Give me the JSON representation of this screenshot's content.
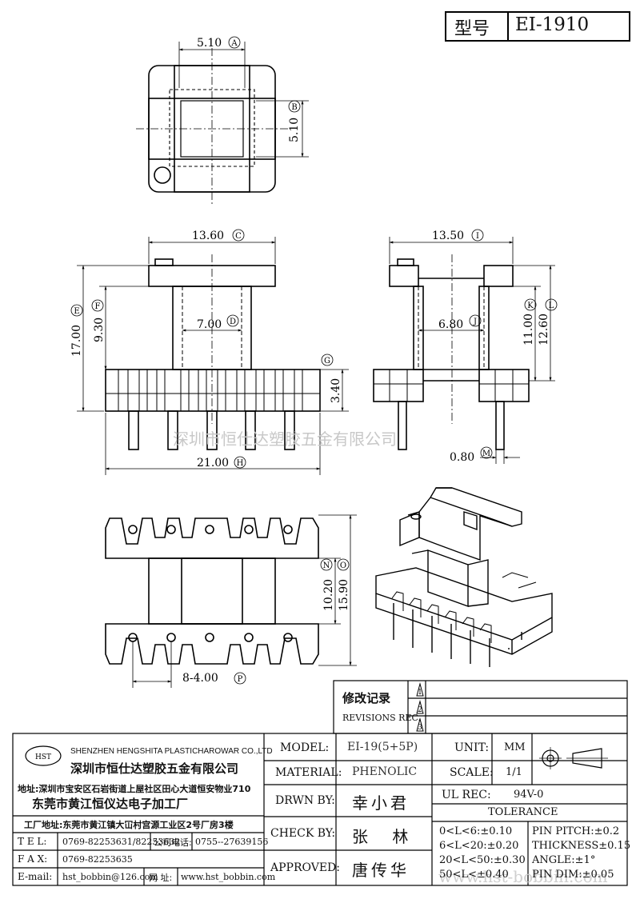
{
  "header": {
    "model_label": "型号",
    "model_value": "EI-1910"
  },
  "dimensions": {
    "A": {
      "value": "5.10",
      "marker": "A"
    },
    "B": {
      "value": "5.10",
      "marker": "B"
    },
    "C": {
      "value": "13.60",
      "marker": "C"
    },
    "D": {
      "value": "7.00",
      "marker": "D"
    },
    "E": {
      "value": "17.00",
      "marker": "E"
    },
    "F": {
      "value": "9.30",
      "marker": "F"
    },
    "G": {
      "value": "3.40",
      "marker": "G"
    },
    "H": {
      "value": "21.00",
      "marker": "H"
    },
    "I": {
      "value": "13.50",
      "marker": "I"
    },
    "J": {
      "value": "6.80",
      "marker": "J"
    },
    "K": {
      "value": "11.00",
      "marker": "K"
    },
    "L": {
      "value": "12.60",
      "marker": "L"
    },
    "M": {
      "value": "0.80",
      "marker": "M"
    },
    "N": {
      "value": "10.20",
      "marker": "N"
    },
    "O": {
      "value": "15.90",
      "marker": "O"
    },
    "P": {
      "value": "8-4.00",
      "marker": "P"
    }
  },
  "watermark": "深圳市恒仕达塑胶五金有限公司",
  "revisions": {
    "title_cn": "修改记录",
    "title_en": "REVISIONS REC.",
    "marks": [
      "1",
      "2",
      "3"
    ]
  },
  "company": {
    "logo_text": "HST",
    "name_en": "SHENZHEN HENGSHITA PLASTICHAROWAR CO.,LTD",
    "name_cn": "深圳市恒仕达塑胶五金有限公司",
    "address": "地址:深圳市宝安区石岩街道上屋社区田心大道恒安物业710",
    "factory": "东莞市黄江恒仪达电子加工厂",
    "factory_address": "工厂地址:东莞市黄江镇大冚村宫源工业区2号厂房3楼",
    "tel_label": "T E L:",
    "tel": "0769-82253631/82253632",
    "phone_label": "公司电话:",
    "phone": "0755--27639156",
    "fax_label": "F A X:",
    "fax": "0769-82253635",
    "email_label": "E-mail:",
    "email": "hst_bobbin@126.com",
    "web_label": "网 址:",
    "web": "www.hst_bobbin.com"
  },
  "spec": {
    "model_label": "MODEL:",
    "model": "EI-19(5+5P)",
    "material_label": "MATERIAL:",
    "material": "PHENOLIC",
    "drawn_label": "DRWN BY:",
    "drawn": "幸小君",
    "check_label": "CHECK BY:",
    "check": "张 林",
    "approved_label": "APPROVED:",
    "approved": "唐传华",
    "unit_label": "UNIT:",
    "unit": "MM",
    "scale_label": "SCALE:",
    "scale": "1/1",
    "ul_label": "UL REC:",
    "ul": "94V-0",
    "tolerance_title": "TOLERANCE",
    "tol_1": "0<L<6:±0.10",
    "tol_2": "6<L<20:±0.20",
    "tol_3": "20<L<50:±0.30",
    "tol_4": "50<L<±0.40",
    "pin_pitch": "PIN PITCH:±0.2",
    "thickness": "THICKNESS±0.15",
    "angle": "ANGLE:±1°",
    "pin_dim": "PIN DIM:±0.05"
  },
  "bottom_watermark": "www.hst-bobbin.com"
}
